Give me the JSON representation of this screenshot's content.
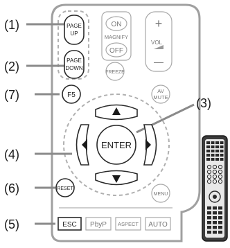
{
  "callouts": {
    "c1": "(1)",
    "c2": "(2)",
    "c3": "(3)",
    "c4": "(4)",
    "c5": "(5)",
    "c6": "(6)",
    "c7": "(7)"
  },
  "buttons": {
    "page_up": [
      "PAGE",
      "UP"
    ],
    "page_down": [
      "PAGE",
      "DOWN"
    ],
    "magnify_on": "ON",
    "magnify_label": "MAGNIFY",
    "magnify_off": "OFF",
    "vol_plus": "+",
    "vol_label": "VOL",
    "vol_minus": "—",
    "freeze": "FREEZE",
    "f5": "F5",
    "av_mute": [
      "AV",
      "MUTE"
    ],
    "enter": "ENTER",
    "reset": "RESET",
    "menu": "MENU",
    "esc": "ESC",
    "pbyp": "PbyP",
    "aspect": "ASPECT",
    "auto": "AUTO"
  },
  "colors": {
    "outline": "#a8a8a8",
    "highlight": "#2a2a2a",
    "leader": "#8a8a8a"
  }
}
